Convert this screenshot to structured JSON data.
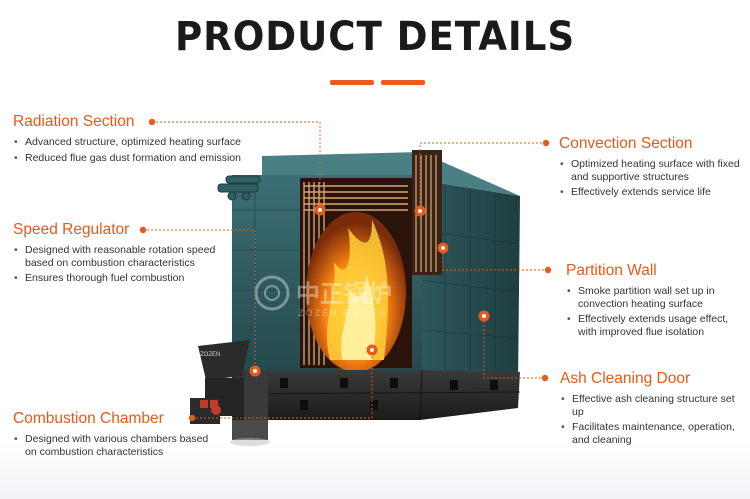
{
  "title": "PRODUCT DETAILS",
  "colors": {
    "accent": "#e65a1c",
    "boiler": "#2f5f63",
    "heading": "#1a1a1a"
  },
  "watermark": {
    "brand_cn": "中正锅炉",
    "brand_en": "ZOZEN BOILER"
  },
  "sections": {
    "radiation": {
      "heading": "Radiation Section",
      "bullets": [
        "Advanced structure, optimized heating surface",
        "Reduced flue gas dust formation and emission"
      ]
    },
    "speed": {
      "heading": "Speed Regulator",
      "bullets": [
        [
          "Designed with reasonable rotation speed",
          "based on combustion characteristics"
        ],
        "Ensures thorough fuel combustion"
      ]
    },
    "combustion": {
      "heading": "Combustion Chamber",
      "bullets": [
        [
          "Designed with various chambers based",
          "on combustion characteristics"
        ]
      ]
    },
    "convection": {
      "heading": "Convection Section",
      "bullets": [
        [
          "Optimized heating surface with fixed",
          "and supportive structures"
        ],
        "Effectively extends service life"
      ]
    },
    "partition": {
      "heading": "Partition Wall",
      "bullets": [
        [
          "Smoke partition wall set up in",
          "convection heating surface"
        ],
        [
          "Effectively extends usage effect,",
          "with improved flue isolation"
        ]
      ]
    },
    "ash": {
      "heading": "Ash Cleaning Door",
      "bullets": [
        "Effective ash cleaning structure set up",
        [
          "Facilitates maintenance, operation,",
          "and cleaning"
        ]
      ]
    }
  }
}
